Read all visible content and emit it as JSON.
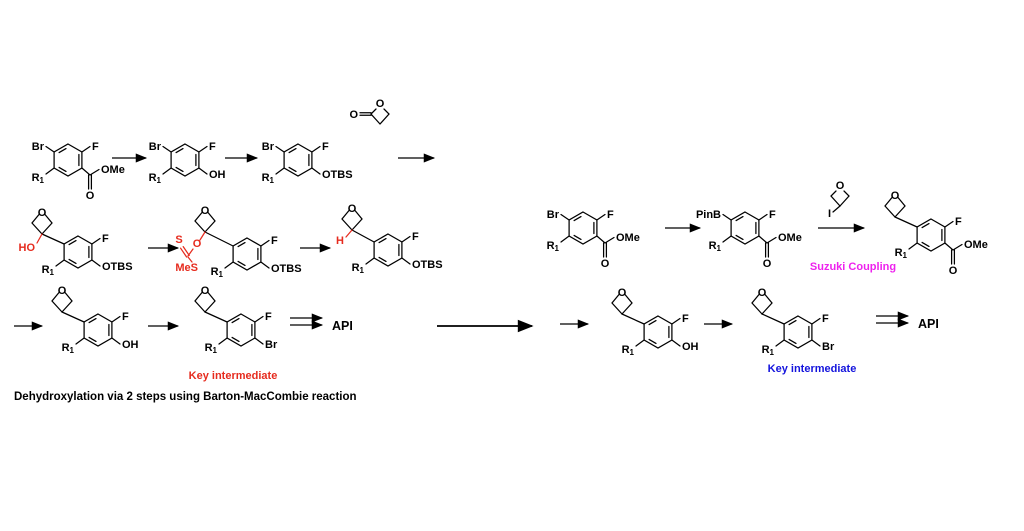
{
  "labels": {
    "br": "Br",
    "f": "F",
    "r": "R",
    "sub1": "1",
    "ome": "OMe",
    "o": "O",
    "oh": "OH",
    "otbs": "OTBS",
    "ho": "HO",
    "s": "S",
    "mes": "MeS",
    "h": "H",
    "i": "I",
    "pinb": "PinB"
  },
  "annotations": {
    "api_left": "API",
    "api_right": "API",
    "key_intermediate_left": "Key intermediate",
    "key_intermediate_right": "Key intermediate",
    "suzuki_coupling": "Suzuki Coupling",
    "bottom_note": "Dehydroxylation via 2 steps using Barton-MacCombie reaction"
  },
  "colors": {
    "red": "#e62b1e",
    "blue": "#1414dd",
    "magenta": "#ee22ee",
    "black": "#000000",
    "background": "#ffffff"
  }
}
